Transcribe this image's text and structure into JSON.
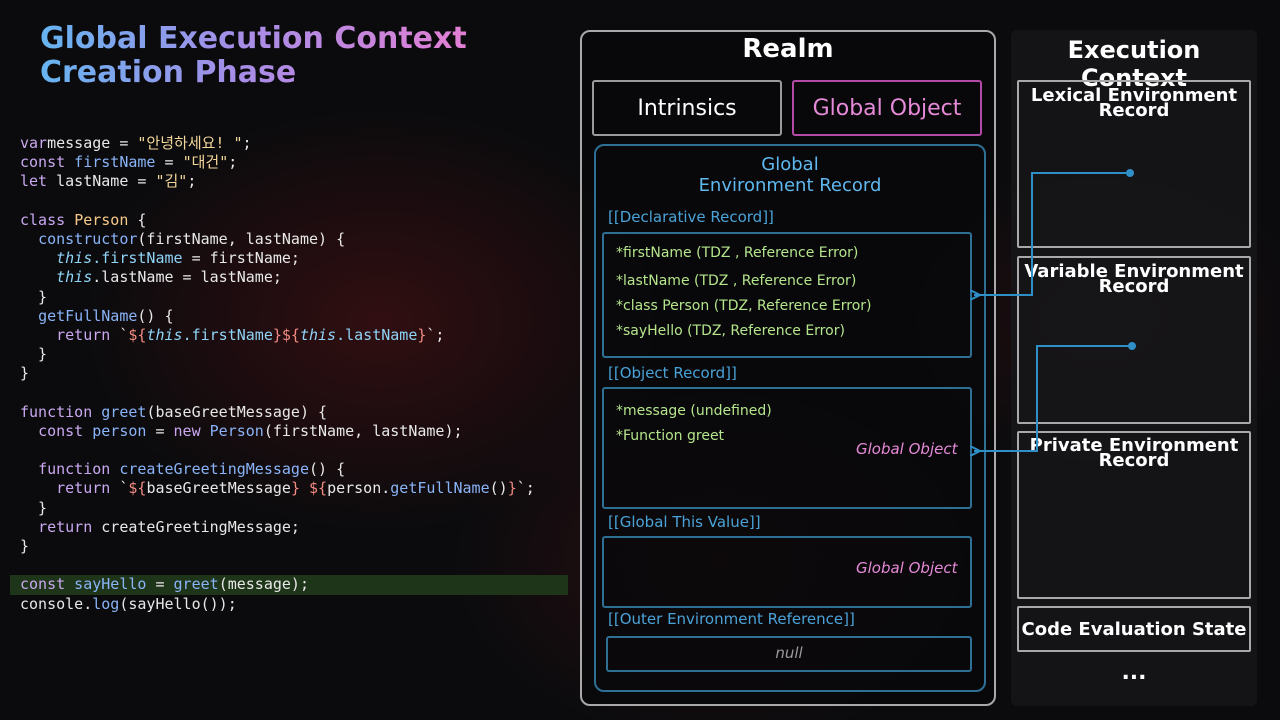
{
  "title": {
    "line1": "Global Execution Context",
    "line2": "Creation Phase"
  },
  "code": {
    "lines": [
      [
        [
          "kw",
          "var"
        ],
        [
          "",
          "message = "
        ],
        [
          "str",
          "\"안녕하세요! \""
        ],
        [
          "",
          ";"
        ]
      ],
      [
        [
          "kw",
          "const"
        ],
        [
          "fn",
          " firstName"
        ],
        [
          "",
          " = "
        ],
        [
          "str",
          "\"대건\""
        ],
        [
          "",
          ";"
        ]
      ],
      [
        [
          "kw",
          "let"
        ],
        [
          "",
          " lastName = "
        ],
        [
          "str",
          "\"김\""
        ],
        [
          "",
          ";"
        ]
      ],
      [],
      [
        [
          "kw",
          "class"
        ],
        [
          "",
          " "
        ],
        [
          "cls",
          "Person"
        ],
        [
          "",
          " {"
        ]
      ],
      [
        [
          "",
          "  "
        ],
        [
          "fn",
          "constructor"
        ],
        [
          "",
          "(firstName, lastName) {"
        ]
      ],
      [
        [
          "",
          "    "
        ],
        [
          "ths",
          "this"
        ],
        [
          "prop",
          ".firstName"
        ],
        [
          "",
          " = firstName;"
        ]
      ],
      [
        [
          "",
          "    "
        ],
        [
          "ths",
          "this"
        ],
        [
          "",
          ".lastName = lastName;"
        ]
      ],
      [
        [
          "",
          "  }"
        ]
      ],
      [
        [
          "",
          "  "
        ],
        [
          "fn",
          "getFullName"
        ],
        [
          "",
          "() {"
        ]
      ],
      [
        [
          "",
          "    "
        ],
        [
          "kw",
          "return"
        ],
        [
          "",
          " `"
        ],
        [
          "tp",
          "${"
        ],
        [
          "ths",
          "this"
        ],
        [
          "prop",
          ".firstName"
        ],
        [
          "tp",
          "}"
        ],
        [
          "",
          "",
          " "
        ],
        [
          "tp",
          "${"
        ],
        [
          "ths",
          "this"
        ],
        [
          "prop",
          ".lastName"
        ],
        [
          "tp",
          "}"
        ],
        [
          "",
          "`;"
        ]
      ],
      [
        [
          "",
          "  }"
        ]
      ],
      [
        [
          "",
          "}"
        ]
      ],
      [],
      [
        [
          "kw",
          "function"
        ],
        [
          "",
          " "
        ],
        [
          "fn",
          "greet"
        ],
        [
          "",
          "(baseGreetMessage) {"
        ]
      ],
      [
        [
          "",
          "  "
        ],
        [
          "kw",
          "const"
        ],
        [
          "fn",
          " person"
        ],
        [
          "",
          " = "
        ],
        [
          "kw",
          "new"
        ],
        [
          "",
          " "
        ],
        [
          "fn",
          "Person"
        ],
        [
          "",
          "(firstName, lastName);"
        ]
      ],
      [],
      [
        [
          "",
          "  "
        ],
        [
          "kw",
          "function"
        ],
        [
          "",
          " "
        ],
        [
          "fn",
          "createGreetingMessage"
        ],
        [
          "",
          "() {"
        ]
      ],
      [
        [
          "",
          "    "
        ],
        [
          "kw",
          "return"
        ],
        [
          "",
          " `"
        ],
        [
          "tp",
          "${"
        ],
        [
          "",
          "baseGreetMessage"
        ],
        [
          "tp",
          "}"
        ],
        [
          "",
          " "
        ],
        [
          "tp",
          "${"
        ],
        [
          "",
          "person."
        ],
        [
          "fn",
          "getFullName"
        ],
        [
          "",
          "()"
        ],
        [
          "tp",
          "}"
        ],
        [
          "",
          "`;"
        ]
      ],
      [
        [
          "",
          "  }"
        ]
      ],
      [
        [
          "",
          "  "
        ],
        [
          "kw",
          "return"
        ],
        [
          "",
          " createGreetingMessage;"
        ]
      ],
      [
        [
          "",
          "}"
        ]
      ],
      [],
      [
        [
          "kw",
          "const"
        ],
        [
          "fn",
          " sayHello"
        ],
        [
          "",
          " = "
        ],
        [
          "fn",
          "greet"
        ],
        [
          "",
          "(message);"
        ]
      ],
      [
        [
          "",
          "console."
        ],
        [
          "fn",
          "log"
        ],
        [
          "",
          "(sayHello());"
        ]
      ]
    ],
    "highlighted_line": 23
  },
  "realm": {
    "title": "Realm",
    "intrinsics": "Intrinsics",
    "global_object": "Global Object",
    "ger_title_line1": "Global",
    "ger_title_line2": "Environment Record",
    "declarative_label": "[[Declarative Record]]",
    "declarative_entries": [
      "*firstName (TDZ , Reference Error)",
      "*lastName (TDZ , Reference Error)",
      "*class Person (TDZ, Reference Error)",
      "*sayHello (TDZ, Reference Error)"
    ],
    "object_label": "[[Object Record]]",
    "object_entries": [
      "*message (undefined)",
      "*Function greet"
    ],
    "object_ref": "Global Object",
    "this_label": "[[Global This Value]]",
    "this_ref": "Global Object",
    "outer_label": "[[Outer Environment Reference]]",
    "outer_value": "null"
  },
  "execution_context": {
    "title": "Execution Context",
    "lexical_line1": "Lexical Environment",
    "lexical_line2": "Record",
    "variable_line1": "Variable Environment",
    "variable_line2": "Record",
    "private_line1": "Private Environment",
    "private_line2": "Record",
    "code_eval": "Code Evaluation State",
    "more": "..."
  },
  "colors": {
    "arrow": "#2f8fc7",
    "accent_blue": "#4aa3d8",
    "accent_pink": "#e68ad8",
    "entry_green": "#b5e68c"
  }
}
